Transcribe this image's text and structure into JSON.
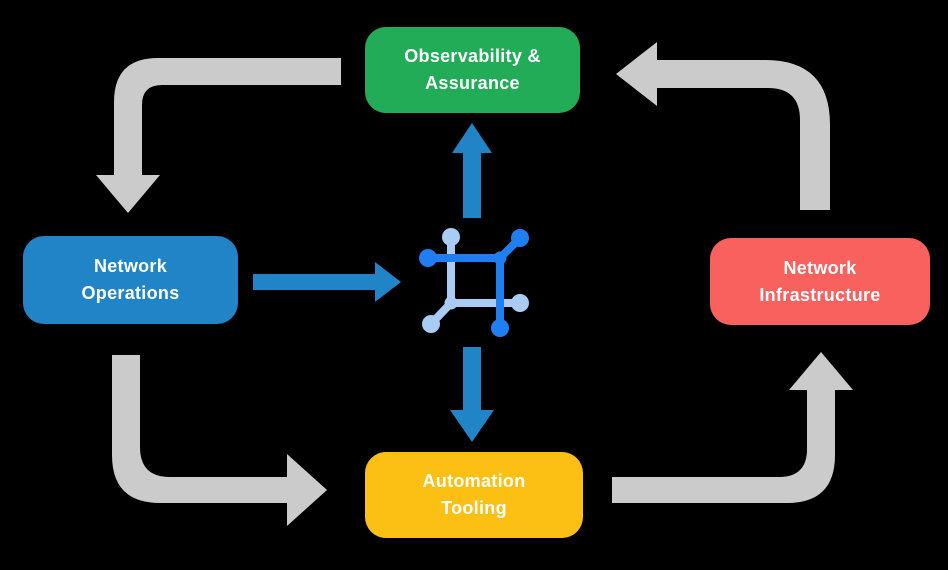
{
  "background_color": "#000000",
  "nodes": [
    {
      "id": "observability-assurance",
      "line1": "Observability &",
      "line2": "Assurance",
      "color": "#22ac57"
    },
    {
      "id": "network-operations",
      "line1": "Network",
      "line2": "Operations",
      "color": "#2184c6"
    },
    {
      "id": "network-infrastructure",
      "line1": "Network",
      "line2": "Infrastructure",
      "color": "#f9615f"
    },
    {
      "id": "automation-tooling",
      "line1": "Automation",
      "line2": "Tooling",
      "color": "#fcc015"
    }
  ],
  "center_icon": {
    "name": "network-mesh-icon",
    "primary_color": "#1f7ef0",
    "secondary_color": "#a9cbf4"
  },
  "arrows": {
    "gray_color": "#cbcbcb",
    "blue_color": "#2184c6",
    "flows": [
      {
        "from": "observability-assurance",
        "to": "network-operations",
        "style": "gray-elbow"
      },
      {
        "from": "network-operations",
        "to": "automation-tooling",
        "style": "gray-elbow"
      },
      {
        "from": "automation-tooling",
        "to": "network-infrastructure",
        "style": "gray-elbow"
      },
      {
        "from": "network-infrastructure",
        "to": "observability-assurance",
        "style": "gray-elbow"
      },
      {
        "from": "network-operations",
        "to": "center-icon",
        "style": "blue-straight"
      },
      {
        "from": "center-icon",
        "to": "observability-assurance",
        "style": "blue-straight"
      },
      {
        "from": "center-icon",
        "to": "automation-tooling",
        "style": "blue-straight"
      }
    ]
  }
}
